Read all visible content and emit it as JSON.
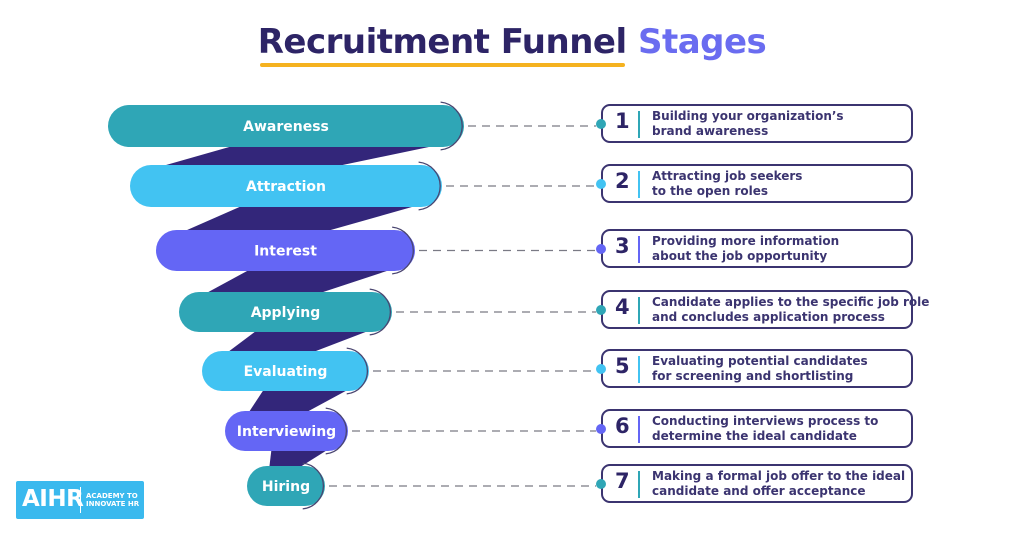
{
  "title": {
    "main": "Recruitment Funnel",
    "accent": "Stages"
  },
  "colors": {
    "navy": "#2d2466",
    "connector": "#33267a",
    "underline": "#f5b21f",
    "teal": "#2fa6b6",
    "sky": "#42c3f2",
    "violet": "#6466f5"
  },
  "stages": [
    {
      "num": "1",
      "label": "Awareness",
      "color": "#2fa6b6",
      "desc1": "Building your organization’s",
      "desc2": "brand awareness"
    },
    {
      "num": "2",
      "label": "Attraction",
      "color": "#42c3f2",
      "desc1": "Attracting job seekers",
      "desc2": "to the open roles"
    },
    {
      "num": "3",
      "label": "Interest",
      "color": "#6466f5",
      "desc1": "Providing more information",
      "desc2": "about the job opportunity"
    },
    {
      "num": "4",
      "label": "Applying",
      "color": "#2fa6b6",
      "desc1": "Candidate applies to the specific job role",
      "desc2": "and concludes application process"
    },
    {
      "num": "5",
      "label": "Evaluating",
      "color": "#42c3f2",
      "desc1": "Evaluating potential candidates",
      "desc2": "for screening and shortlisting"
    },
    {
      "num": "6",
      "label": "Interviewing",
      "color": "#6466f5",
      "desc1": "Conducting interviews process to",
      "desc2": "determine the ideal candidate"
    },
    {
      "num": "7",
      "label": "Hiring",
      "color": "#2fa6b6",
      "desc1": "Making a formal job offer to the ideal",
      "desc2": "candidate and offer acceptance"
    }
  ],
  "logo": {
    "brand": "AIHR",
    "tagline1": "ACADEMY TO",
    "tagline2": "INNOVATE HR"
  }
}
